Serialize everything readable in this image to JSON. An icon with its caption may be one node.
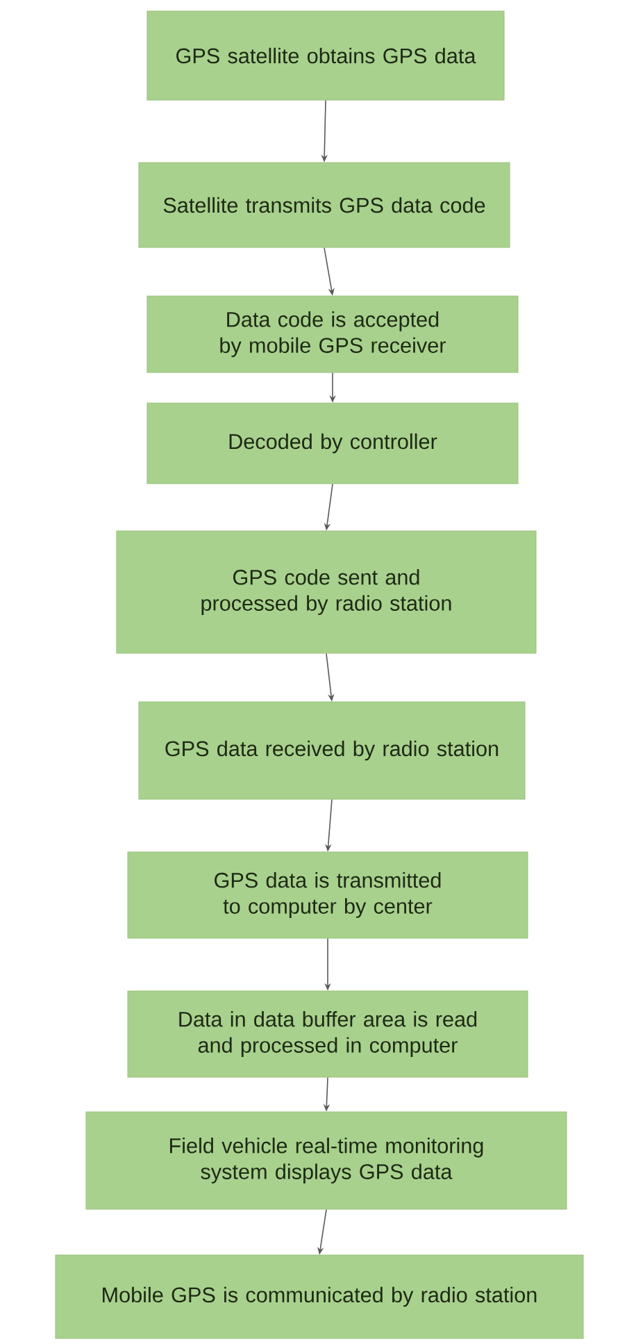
{
  "diagram": {
    "nodes": [
      {
        "text": [
          "GPS satellite obtains GPS data"
        ]
      },
      {
        "text": [
          "Satellite transmits GPS data code"
        ]
      },
      {
        "text": [
          "Data code is accepted by mobile GPS receiver"
        ]
      },
      {
        "text": [
          "Decoded by controller"
        ]
      },
      {
        "text": [
          "GPS code sent and processed by radio station"
        ]
      },
      {
        "text": [
          "GPS data received by radio station"
        ]
      },
      {
        "text": [
          "GPS data is transmitted to computer by center"
        ]
      },
      {
        "text": [
          "Data in data buffer area is read and processed in computer"
        ]
      },
      {
        "text": [
          "Field vehicle real-time monitoring system displays GPS data"
        ]
      },
      {
        "text": [
          "Mobile GPS is communicated by radio station"
        ]
      }
    ],
    "edges": [
      {
        "from": 0,
        "to": 1,
        "arrow": "to"
      },
      {
        "from": 1,
        "to": 2,
        "arrow": "to"
      },
      {
        "from": 2,
        "to": 3,
        "arrow": "to"
      },
      {
        "from": 3,
        "to": 4,
        "arrow": "to"
      },
      {
        "from": 4,
        "to": 5,
        "arrow": "to"
      },
      {
        "from": 5,
        "to": 6,
        "arrow": "to"
      },
      {
        "from": 6,
        "to": 7,
        "arrow": "to"
      },
      {
        "from": 7,
        "to": 8,
        "arrow": "to"
      },
      {
        "from": 8,
        "to": 9,
        "arrow": "to"
      }
    ]
  }
}
